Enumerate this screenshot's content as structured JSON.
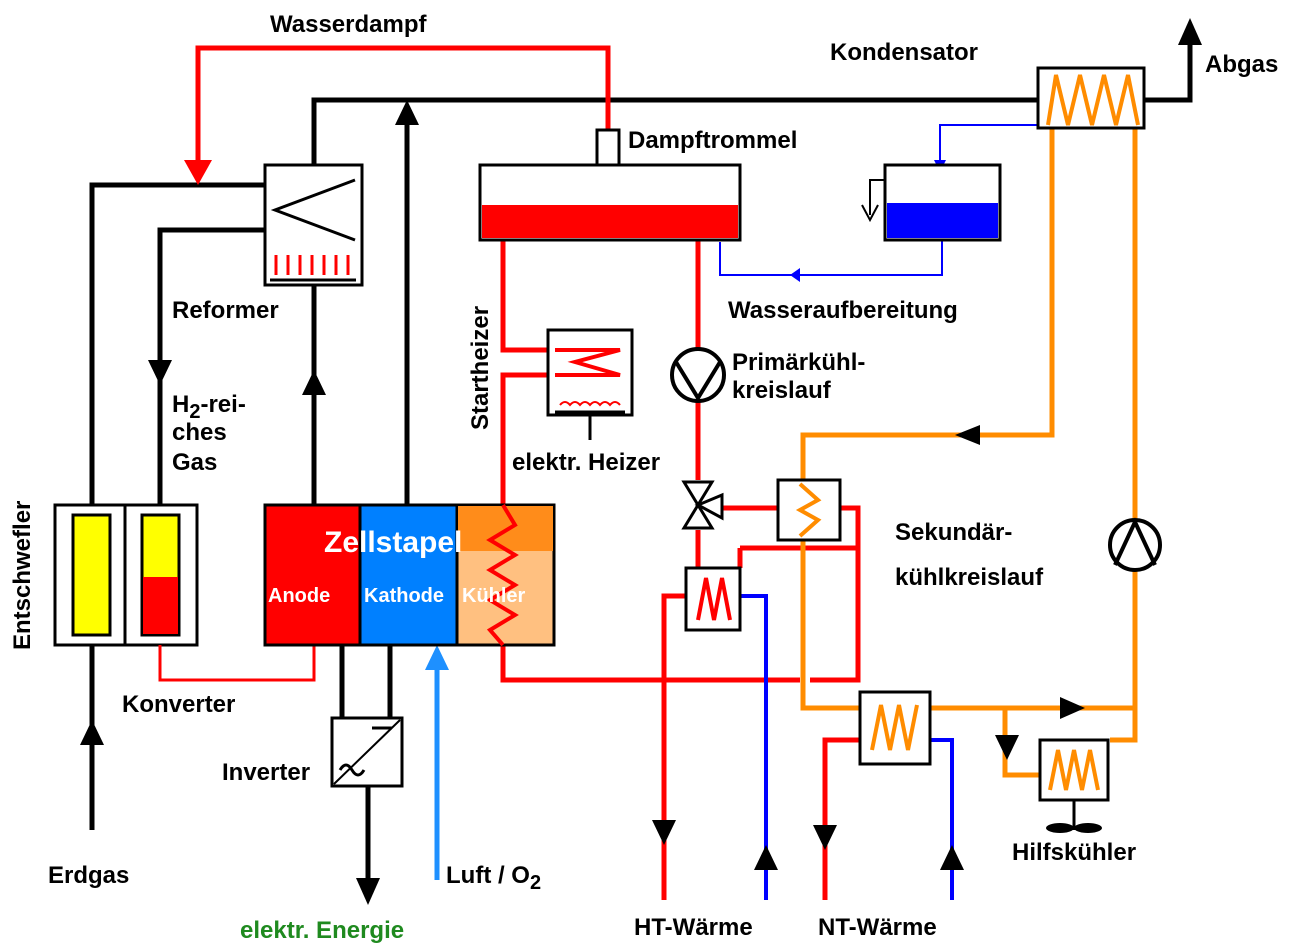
{
  "labels": {
    "wasserdampf": "Wasserdampf",
    "kondensator": "Kondensator",
    "abgas": "Abgas",
    "dampftrommel": "Dampftrommel",
    "reformer": "Reformer",
    "wasseraufbereitung": "Wasseraufbereitung",
    "startheizer": "Startheizer",
    "primaer_1": "Primärkühl-",
    "primaer_2": "kreislauf",
    "h2_h": "H",
    "h2_sub": "2",
    "h2_rest": "-rei-",
    "h2_line2": "ches",
    "h2_line3": "Gas",
    "entschwefler": "Entschwefler",
    "elektr_heizer": "elektr. Heizer",
    "zellstapel": "Zellstapel",
    "anode": "Anode",
    "kathode": "Kathode",
    "kuehler": "Kühler",
    "sekundaer_1": "Sekundär-",
    "sekundaer_2": "kühlkreislauf",
    "konverter": "Konverter",
    "inverter": "Inverter",
    "erdgas": "Erdgas",
    "luft": "Luft / O",
    "luft_sub": "2",
    "elektr_energie": "elektr. Energie",
    "ht_waerme": "HT-Wärme",
    "nt_waerme": "NT-Wärme",
    "hilfskuehler": "Hilfskühler"
  },
  "colors": {
    "steam": "#ff0000",
    "water": "#0000ff",
    "secondary": "#ff8c00",
    "air": "#1e90ff",
    "anode": "#ff0000",
    "kathode": "#0080ff",
    "kuehler": "#ff8c1a",
    "yellow": "#ffff00",
    "energy_text": "#1f8a1f"
  }
}
